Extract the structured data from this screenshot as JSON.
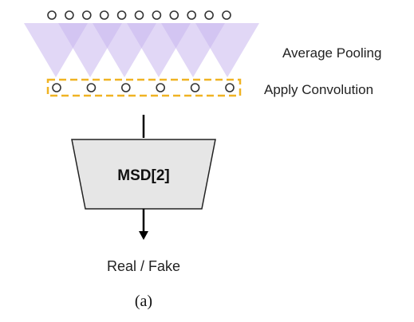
{
  "labels": {
    "pooling": "Average Pooling",
    "convolution": "Apply Convolution",
    "block": "MSD[2]",
    "output": "Real / Fake",
    "caption": "(a)"
  },
  "colors": {
    "triangle_fill": "#c8b6ee",
    "dashed_box": "#f0b323",
    "circle_stroke": "#333333",
    "block_fill": "#e6e6e6",
    "block_stroke": "#222222",
    "arrow": "#000000"
  },
  "counts": {
    "input_circles": 11,
    "pooling_windows": 6,
    "output_circles": 6
  }
}
